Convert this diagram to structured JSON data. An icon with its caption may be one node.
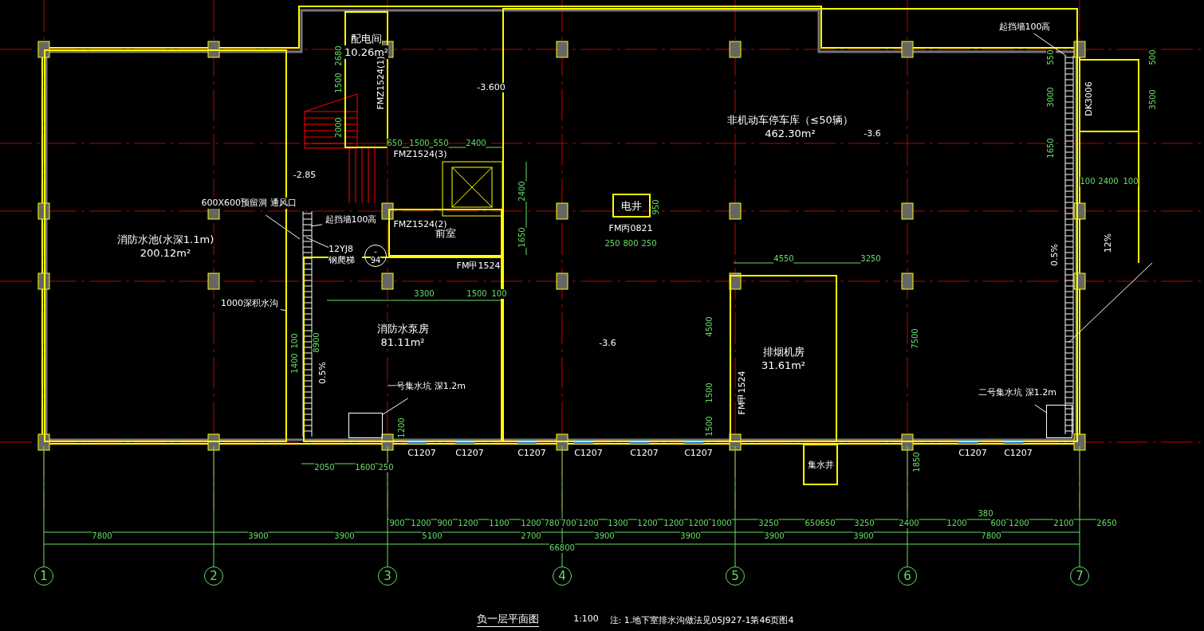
{
  "diagram": {
    "title": "负一层平面图",
    "nodes": [
      {
        "text": [
          "配电间",
          "10.26m²"
        ]
      },
      {
        "text": [
          "非机动车停车库（≤50辆）",
          "462.30m²"
        ]
      },
      {
        "text": [
          "前室"
        ]
      },
      {
        "text": [
          "电井"
        ],
        "in": 1
      },
      {
        "text": [
          "排烟机房",
          "31.61m²"
        ],
        "in": 1
      },
      {
        "text": [
          "消防水池(水深1.1m)",
          "200.12m²"
        ]
      },
      {
        "text": [
          "消防水泵房",
          "81.11m²"
        ]
      },
      {
        "text": [
          "集水井"
        ]
      },
      {
        "text": [
          "600X600预留洞 通风口"
        ],
        "in": 5
      },
      {
        "text": [
          "起挡墙100高"
        ]
      },
      {
        "text": [
          "12YJ8 钢爬梯"
        ]
      },
      {
        "text": [
          "-",
          "94"
        ]
      },
      {
        "text": [
          "1000深积水沟"
        ],
        "in": 5
      },
      {
        "text": [
          "一号集水坑 深1.2m"
        ],
        "in": 6
      },
      {
        "text": [],
        "shape": "box",
        "in": 6
      },
      {
        "text": [
          "二号集水坑 深1.2m"
        ],
        "in": 1
      },
      {
        "text": [],
        "shape": "box",
        "in": 1
      },
      {
        "text": [
          "起挡墙100高"
        ],
        "in": 1
      }
    ],
    "edges": [
      {
        "from": 8,
        "to": null,
        "arrow": "none"
      },
      {
        "from": 9,
        "to": null,
        "arrow": "none"
      },
      {
        "from": 10,
        "to": null,
        "arrow": "none"
      },
      {
        "from": 12,
        "to": null,
        "arrow": "none"
      },
      {
        "from": 13,
        "to": 14,
        "arrow": "none"
      },
      {
        "from": 15,
        "to": 16,
        "arrow": "none"
      },
      {
        "from": 17,
        "to": null,
        "arrow": "none"
      }
    ],
    "labels": [
      "-3.600",
      "-2.85",
      "-3.6",
      "-3.6",
      "FMZ1524(1)",
      "FMZ1524(3)",
      "FMZ1524(2)",
      "FM甲1524",
      "FM丙0821",
      "FM甲1524",
      "DK3006",
      "0.5%",
      "0.5%",
      "12%",
      "2680",
      "1500",
      "2000",
      "650",
      "1500",
      "550",
      "2400",
      "2400",
      "1650",
      "950",
      "250",
      "800",
      "250",
      "100",
      "1400",
      "8900",
      "3300",
      "1500",
      "100",
      "1200",
      "4550",
      "3250",
      "4500",
      "1500",
      "1500",
      "7500",
      "550",
      "3000",
      "1650",
      "500",
      "3500",
      "100",
      "2400",
      "100",
      "C1207",
      "C1207",
      "C1207",
      "C1207",
      "C1207",
      "C1207",
      "C1207",
      "C1207",
      "2050",
      "1600",
      "250",
      "1850",
      "900",
      "1200",
      "900",
      "1200",
      "1100",
      "1200",
      "780",
      "700",
      "1200",
      "1300",
      "1200",
      "1200",
      "1200",
      "1000",
      "3250",
      "650",
      "650",
      "3250",
      "2400",
      "1200",
      "380",
      "600",
      "1200",
      "2100",
      "2650",
      "7800",
      "3900",
      "3900",
      "5100",
      "2700",
      "3900",
      "3900",
      "3900",
      "3900",
      "7800",
      "66800",
      "1",
      "2",
      "3",
      "4",
      "5",
      "6",
      "7",
      "1:100",
      "注: 1.地下室排水沟做法见05J927-1第46页图4"
    ]
  }
}
